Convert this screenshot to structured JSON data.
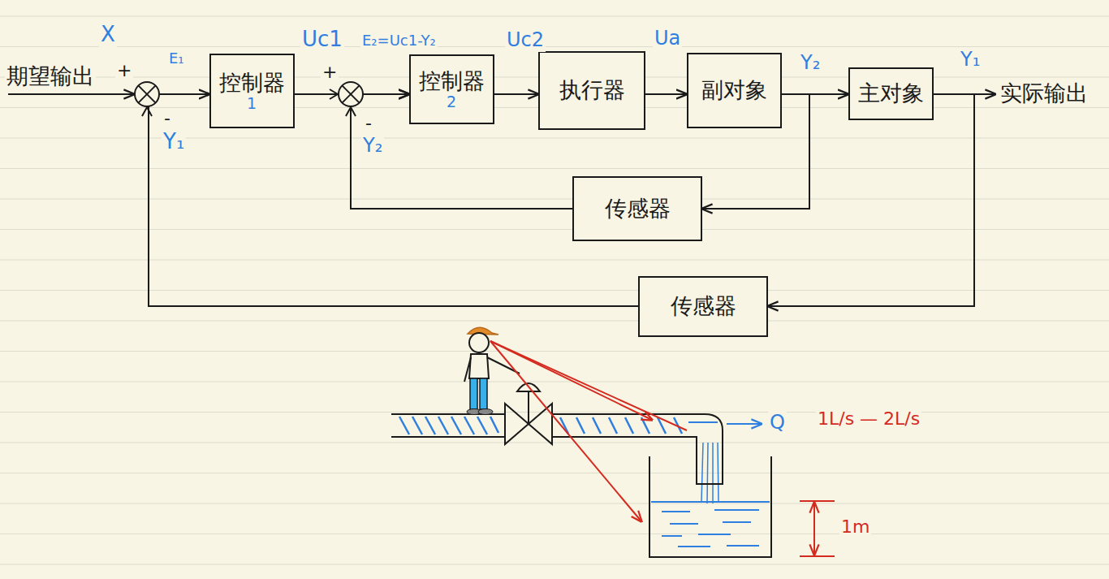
{
  "diagram": {
    "nodes": [
      {
        "text": [
          "控制器",
          "1"
        ]
      },
      {
        "text": [
          "控制器",
          "2"
        ]
      },
      {
        "text": [
          "执行器"
        ]
      },
      {
        "text": [
          "副对象"
        ]
      },
      {
        "text": [
          "主对象"
        ]
      },
      {
        "text": [
          "传感器"
        ]
      },
      {
        "text": [
          "传感器"
        ]
      }
    ],
    "edges": [
      {
        "from": 0,
        "to": 1,
        "arrow": "to"
      },
      {
        "from": 1,
        "to": 2,
        "arrow": "to"
      },
      {
        "from": 2,
        "to": 3,
        "arrow": "to"
      },
      {
        "from": 3,
        "to": 4,
        "arrow": "to"
      },
      {
        "from": 3,
        "to": 5,
        "arrow": "to"
      },
      {
        "from": 4,
        "to": 6,
        "arrow": "to"
      },
      {
        "from": 5,
        "to": 1,
        "arrow": "to"
      },
      {
        "from": 6,
        "to": 0,
        "arrow": "to"
      }
    ],
    "labels": [
      "期望输出",
      "+",
      "X",
      "E₁",
      "-",
      "Y₁",
      "Uc1",
      "+",
      "E₂=Uc1-Y₂",
      "-",
      "Y₂",
      "Uc2",
      "Ua",
      "Y₂",
      "Y₁",
      "实际输出",
      "Q",
      "1L/s — 2L/s",
      "1m"
    ]
  }
}
